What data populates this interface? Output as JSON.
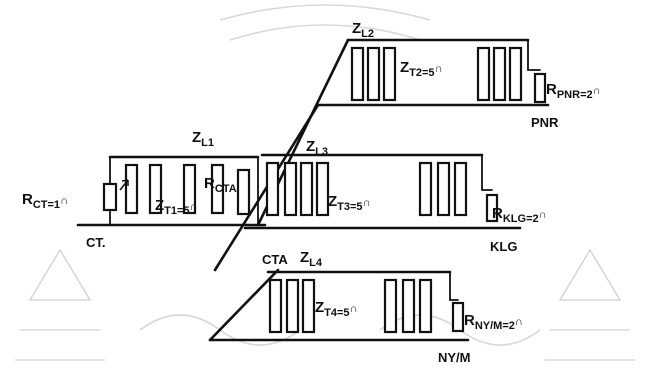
{
  "diagram": {
    "labels": {
      "zl1": {
        "main": "Z",
        "sub": "L1"
      },
      "zl2": {
        "main": "Z",
        "sub": "L2"
      },
      "zl3": {
        "main": "Z",
        "sub": "L3"
      },
      "zl4": {
        "main": "Z",
        "sub": "L4"
      },
      "rct": {
        "main": "R",
        "sub": "CT=1",
        "unit": "∩"
      },
      "zt1": {
        "main": "Z",
        "sub": "T1=5",
        "unit": "∩"
      },
      "rcta": {
        "main": "R",
        "sub": "CTA"
      },
      "zt2": {
        "main": "Z",
        "sub": "T2=5",
        "unit": "∩"
      },
      "rpnr": {
        "main": "R",
        "sub": "PNR=2",
        "unit": "∩"
      },
      "zt3": {
        "main": "Z",
        "sub": "T3=5",
        "unit": "∩"
      },
      "rklg": {
        "main": "R",
        "sub": "KLG=2",
        "unit": "∩"
      },
      "zt4": {
        "main": "Z",
        "sub": "T4=5",
        "unit": "∩"
      },
      "rnym": {
        "main": "R",
        "sub": "NY/M=2",
        "unit": "∩"
      }
    },
    "nodes": {
      "ct": "CT.",
      "pnr": "PNR",
      "klg": "KLG",
      "cta": "CTA",
      "nym": "NY/M"
    }
  }
}
